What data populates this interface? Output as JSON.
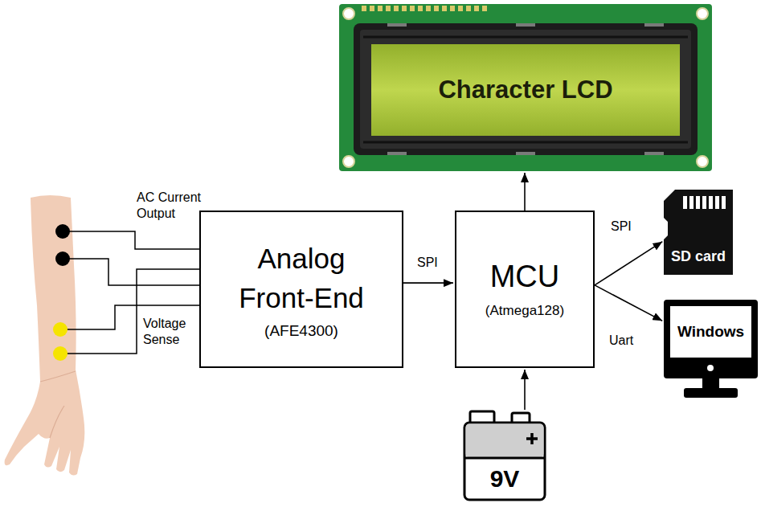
{
  "diagram": {
    "nodes": [
      {
        "text": [
          "Character LCD"
        ]
      },
      {
        "text": [
          "Analog Front-End",
          "(AFE4300)"
        ]
      },
      {
        "text": [
          "MCU",
          "(Atmega128)"
        ]
      },
      {
        "text": [
          "SD card"
        ]
      },
      {
        "text": [
          "Windows"
        ]
      },
      {
        "text": [
          "9V"
        ]
      }
    ],
    "edges": [
      {
        "from": 1,
        "to": 2,
        "arrow": "to",
        "label": "SPI"
      },
      {
        "from": 2,
        "to": 0,
        "arrow": "to"
      },
      {
        "from": 2,
        "to": 3,
        "arrow": "to",
        "label": "SPI"
      },
      {
        "from": 2,
        "to": 4,
        "arrow": "to",
        "label": "Uart"
      },
      {
        "from": 5,
        "to": 2,
        "arrow": "to"
      }
    ],
    "labels": [
      "AC Current Output",
      "Voltage Sense"
    ]
  }
}
